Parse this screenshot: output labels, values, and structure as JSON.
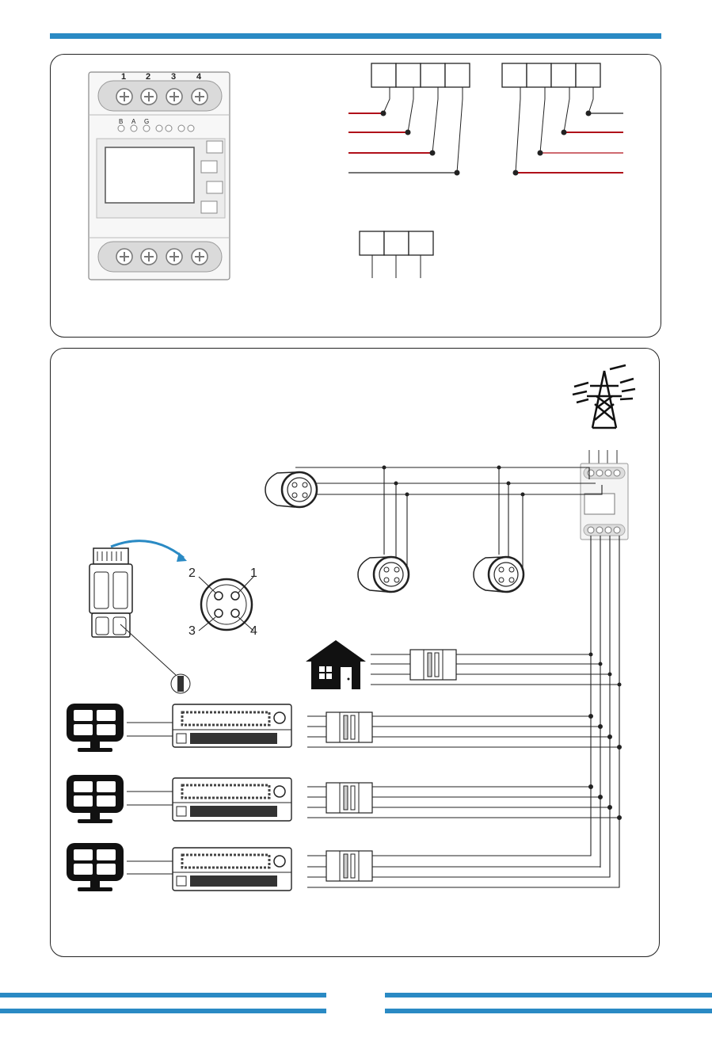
{
  "colors": {
    "accent": "#2a8ac4",
    "wire_red": "#b0101a",
    "wire_black": "#222222"
  },
  "meter": {
    "top_terminal_numbers": [
      "1",
      "2",
      "3",
      "4"
    ],
    "led_labels": [
      "B",
      "A",
      "G",
      "",
      ""
    ]
  },
  "connector": {
    "pin_numbers": [
      "1",
      "2",
      "3",
      "4"
    ]
  },
  "icons": [
    "energy-meter-icon",
    "transmission-tower-icon",
    "house-icon",
    "solar-panel-icon",
    "inverter-icon",
    "circuit-breaker-icon",
    "round-connector-icon"
  ]
}
